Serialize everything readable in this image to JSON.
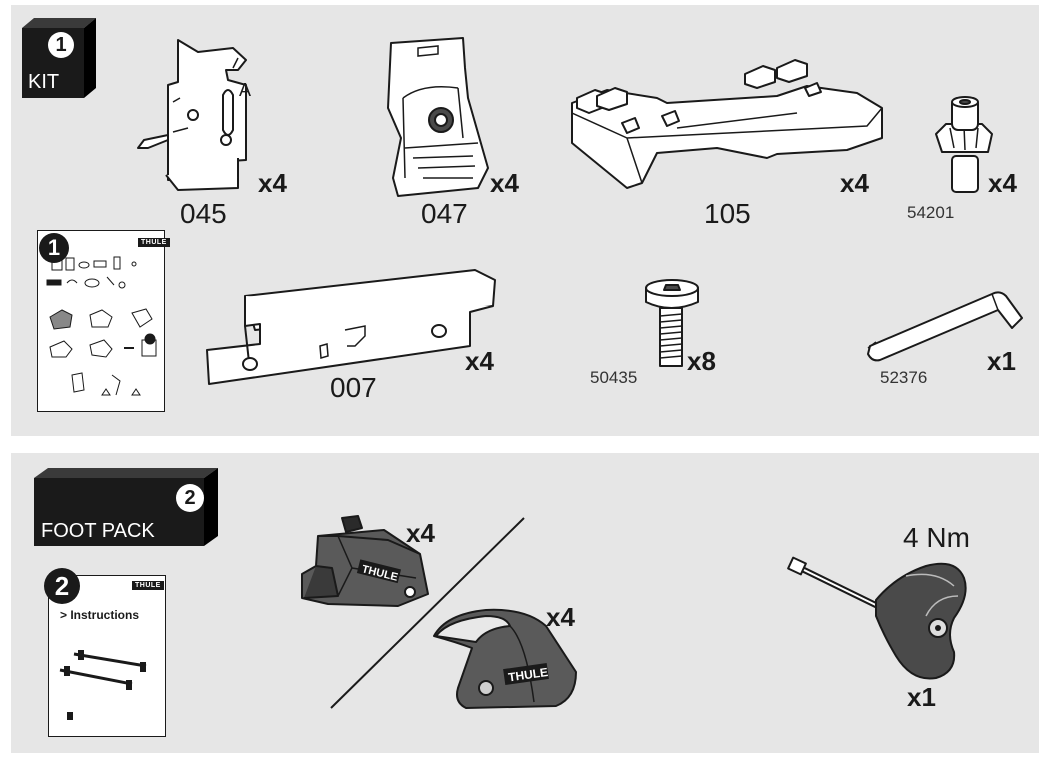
{
  "section1": {
    "step_number": "1",
    "title": "KIT",
    "booklet": {
      "step_number": "1",
      "brand": "THULE"
    },
    "parts": [
      {
        "code": "045",
        "qty": "x4"
      },
      {
        "code": "047",
        "qty": "x4"
      },
      {
        "code": "105",
        "qty": "x4"
      },
      {
        "code": "54201",
        "qty": "x4"
      },
      {
        "code": "007",
        "qty": "x4"
      },
      {
        "code": "50435",
        "qty": "x8"
      },
      {
        "code": "52376",
        "qty": "x1"
      }
    ],
    "clip_letter": "A"
  },
  "section2": {
    "step_number": "2",
    "title": "FOOT PACK",
    "booklet": {
      "step_number": "2",
      "brand": "THULE",
      "link": "> Instructions"
    },
    "parts": [
      {
        "name": "foot",
        "qty": "x4",
        "brand": "THULE"
      },
      {
        "name": "foot-cover",
        "qty": "x4",
        "brand": "THULE"
      },
      {
        "name": "torque-tool",
        "qty": "x1",
        "torque": "4 Nm"
      }
    ]
  }
}
